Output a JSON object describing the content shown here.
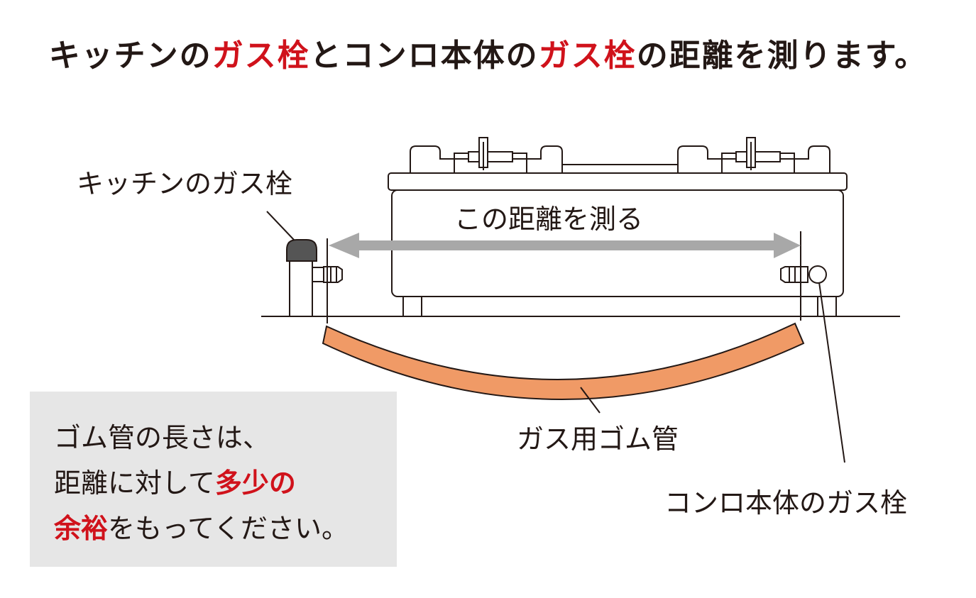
{
  "title": {
    "part1": "キッチンの",
    "part2": "ガス栓",
    "part3": "とコンロ本体の",
    "part4": "ガス栓",
    "part5": "の距離を測ります。"
  },
  "labels": {
    "kitchen_valve": "キッチンのガス栓",
    "measure": "この距離を測る",
    "hose": "ガス用ゴム管",
    "stove_valve": "コンロ本体のガス栓"
  },
  "note": {
    "line1": "ゴム管の長さは、",
    "line2_normal": "距離に対して",
    "line2_emphasis": "多少の",
    "line3_emphasis": "余裕",
    "line3_normal": "をもってください。"
  },
  "colors": {
    "accent_red": "#d0121b",
    "hose_fill": "#f09a66",
    "arrow_gray": "#a8a8a8",
    "note_bg": "#e6e6e6",
    "outline": "#231815"
  }
}
